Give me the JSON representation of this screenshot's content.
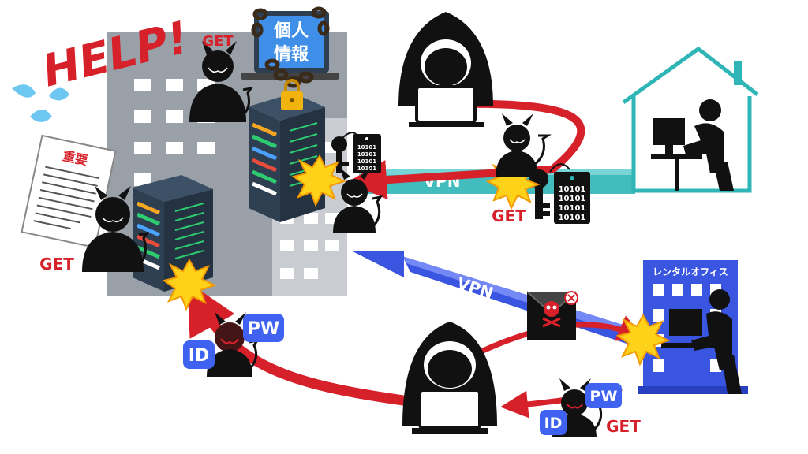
{
  "labels": {
    "help": "HELP!",
    "personal_info": [
      "個人",
      "情報"
    ],
    "important_doc": "重要",
    "rental_office": "レンタルオフィス",
    "vpn_top": "VPN",
    "vpn_bottom": "VPN",
    "get_top": "GET",
    "get_left": "GET",
    "get_middle": "GET",
    "get_bottom": "GET",
    "id_left": "ID",
    "pw_left": "PW",
    "id_bottom": "ID",
    "pw_bottom": "PW",
    "binary_upper": [
      "10101",
      "10101",
      "10101",
      "10101"
    ],
    "binary_lower": [
      "10101",
      "10101",
      "10101",
      "10101"
    ]
  },
  "colors": {
    "red": "#d6212b",
    "dark_red": "#b0141d",
    "black": "#111111",
    "teal": "#2fb5b6",
    "blue": "#3a55e0",
    "server": "#2f3f52",
    "building": "#9aa0a8",
    "building_light": "#c9cdd2",
    "badge_blue": "#3f63f0",
    "spark": "#ffd21a"
  }
}
